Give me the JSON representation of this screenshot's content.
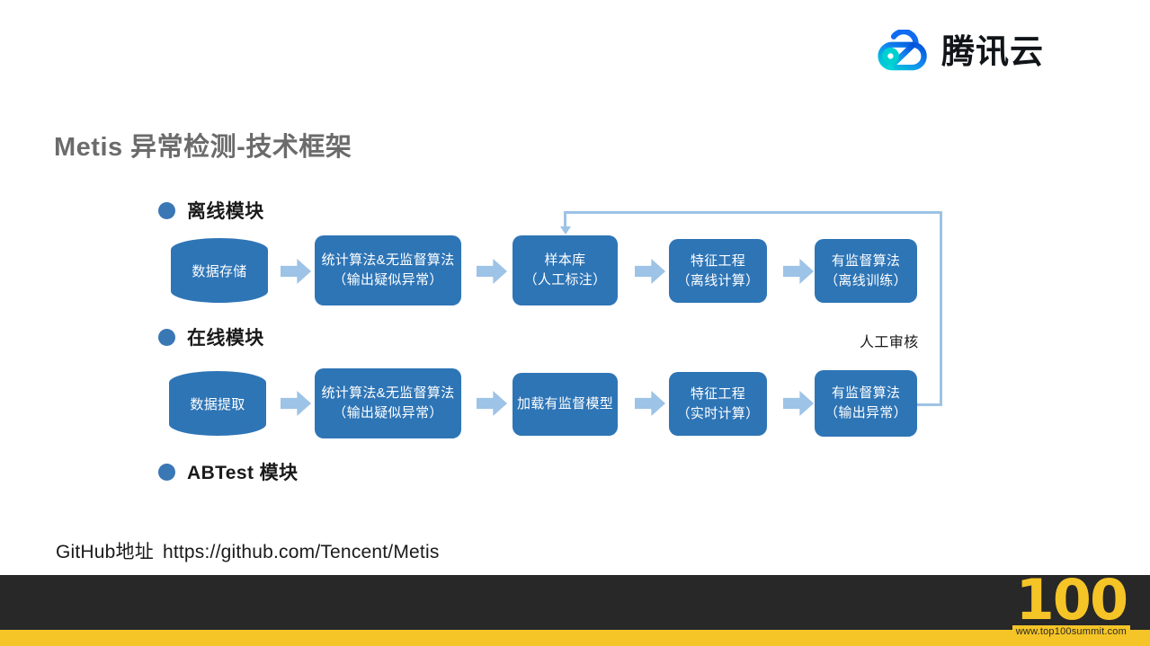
{
  "brand": {
    "logo_icon": "tencent-cloud-icon",
    "wordmark": "腾讯云",
    "cloud_color_start": "#00D8D6",
    "cloud_color_end": "#0052D9"
  },
  "page_title": "Metis 异常检测-技术框架",
  "title_color": "#6b6b6b",
  "colors": {
    "node_fill": "#2e75b6",
    "arrow_fill": "#9dc3e6",
    "bullet": "#3a77b5",
    "footer_dark": "#282828",
    "footer_yellow": "#f5c426"
  },
  "sections": [
    {
      "id": "offline",
      "label": "离线模块"
    },
    {
      "id": "online",
      "label": "在线模块"
    },
    {
      "id": "abtest",
      "label": "ABTest 模块"
    }
  ],
  "offline_flow": {
    "store": {
      "text": "数据存储"
    },
    "stat": {
      "line1": "统计算法&无监督算法",
      "line2": "（输出疑似异常）"
    },
    "sample": {
      "line1": "样本库",
      "line2": "（人工标注）"
    },
    "feature": {
      "line1": "特征工程",
      "line2": "（离线计算）"
    },
    "supervised": {
      "line1": "有监督算法",
      "line2": "（离线训练）"
    }
  },
  "online_flow": {
    "extract": {
      "text": "数据提取"
    },
    "stat": {
      "line1": "统计算法&无监督算法",
      "line2": "（输出疑似异常）"
    },
    "load": {
      "line1": "加载有监督模型",
      "line2": ""
    },
    "feature": {
      "line1": "特征工程",
      "line2": "（实时计算）"
    },
    "supervised": {
      "line1": "有监督算法",
      "line2": "（输出异常）"
    }
  },
  "feedback_label": "人工审核",
  "github": {
    "label": "GitHub地址",
    "url": "https://github.com/Tencent/Metis"
  },
  "footer": {
    "logo_number": "100",
    "site": "www.top100summit.com"
  }
}
